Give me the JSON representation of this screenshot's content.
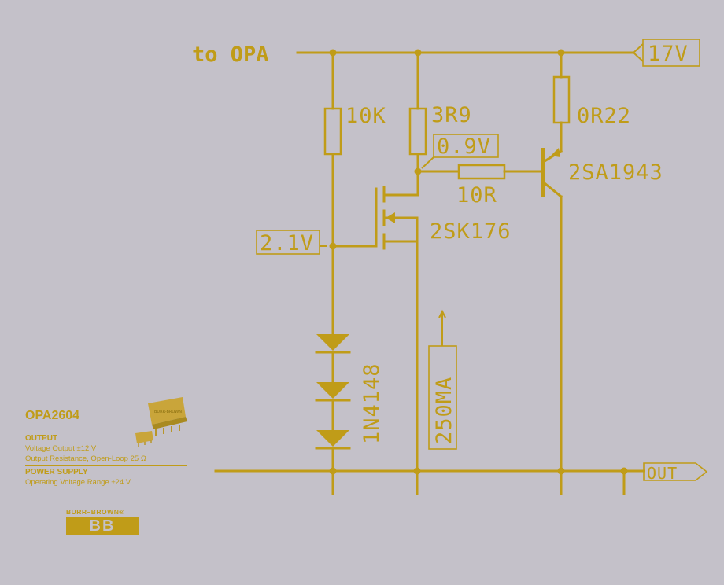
{
  "labels": {
    "to_opa": "to OPA",
    "supply": "17V",
    "r_10k": "10K",
    "r_3r9": "3R9",
    "r_0r22": "0R22",
    "r_10r": "10R",
    "v_09": "0.9V",
    "v_21": "2.1V",
    "q_pnp": "2SA1943",
    "q_jfet": "2SK176",
    "diode": "1N4148",
    "current": "250MA",
    "out": "OUT"
  },
  "spec": {
    "title": "OPA2604",
    "output_header": "OUTPUT",
    "output_rows": [
      "Voltage Output  ±12 V",
      "Output Resistance, Open-Loop  25  Ω"
    ],
    "power_header": "POWER SUPPLY",
    "power_rows": [
      "Operating Voltage Range   ±24 V"
    ]
  },
  "logo": {
    "name": "BURR–BROWN®",
    "mark": "BB"
  },
  "colors": {
    "background": "#c4c1c9",
    "ink": "#c09c18"
  }
}
